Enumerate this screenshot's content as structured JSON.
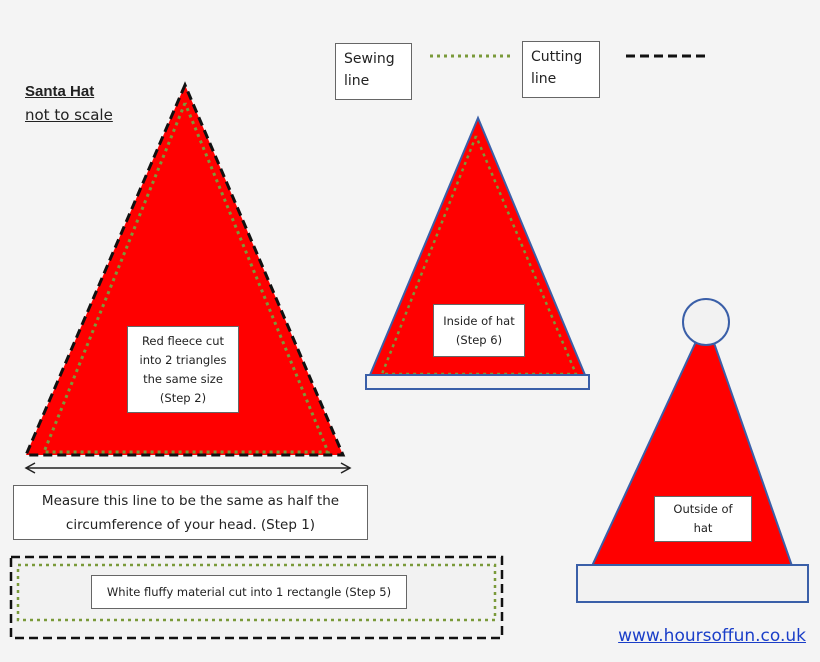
{
  "title": "Santa Hat",
  "subtitle": "not to scale",
  "legend": {
    "sewing": "Sewing line",
    "cutting": "Cutting line"
  },
  "labels": {
    "red_fleece": "Red fleece cut into 2 triangles the same size (Step 2)",
    "inside": "Inside of hat (Step 6)",
    "outside": "Outside of hat",
    "measure": "Measure this line to be the same as half the circumference of your head. (Step 1)",
    "white": "White fluffy material cut into 1 rectangle (Step 5)"
  },
  "website": "www.hoursoffun.co.uk",
  "colors": {
    "fleece_red": "#ff0000",
    "sewing_line": "#7a9a3a",
    "cutting_line": "#111111",
    "outline_blue": "#3a5fa8",
    "white_trim": "#f2f2f2"
  }
}
